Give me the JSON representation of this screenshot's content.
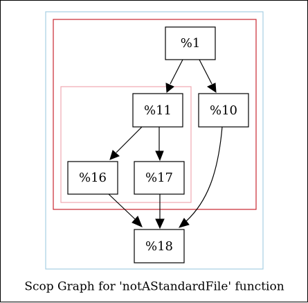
{
  "diagram": {
    "caption": "Scop Graph for 'notAStandardFile' function",
    "nodes": {
      "n1": "%1",
      "n10": "%10",
      "n11": "%11",
      "n16": "%16",
      "n17": "%17",
      "n18": "%18"
    },
    "edges": [
      {
        "from": "n1",
        "to": "n11"
      },
      {
        "from": "n1",
        "to": "n10"
      },
      {
        "from": "n11",
        "to": "n16"
      },
      {
        "from": "n11",
        "to": "n17"
      },
      {
        "from": "n16",
        "to": "n18"
      },
      {
        "from": "n17",
        "to": "n18"
      },
      {
        "from": "n10",
        "to": "n18"
      }
    ],
    "cluster_colors": {
      "outer": "#a6cee3",
      "middle": "#c8262e",
      "inner": "#f0a8b0"
    }
  }
}
